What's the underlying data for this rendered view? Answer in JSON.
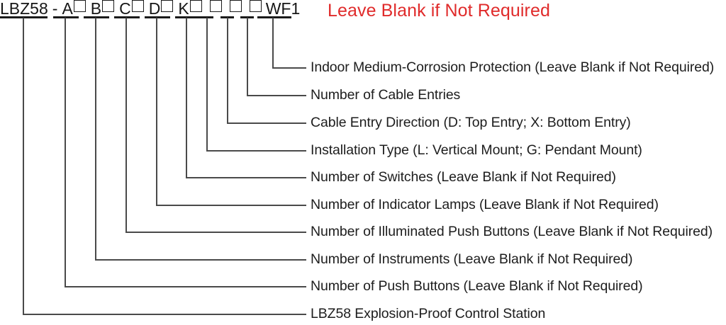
{
  "diagram": {
    "type": "model-designation-breakdown",
    "title_note": "Leave Blank if Not Required",
    "note_color": "#e02b2b",
    "line_color": "#4a4a4a",
    "text_color": "#1d1d1d",
    "model_code": {
      "full_string": "LBZ58 - A□ B□ C□ D□ K□ □ □ □ WF1",
      "segments": [
        {
          "prefix": "LBZ58",
          "box": false,
          "name": "series-code"
        },
        {
          "prefix": "-",
          "box": false,
          "name": "separator-dash"
        },
        {
          "prefix": "A",
          "box": true,
          "name": "field-a-push-buttons"
        },
        {
          "prefix": "B",
          "box": true,
          "name": "field-b-instruments"
        },
        {
          "prefix": "C",
          "box": true,
          "name": "field-c-illuminated-push-buttons"
        },
        {
          "prefix": "D",
          "box": true,
          "name": "field-d-indicator-lamps"
        },
        {
          "prefix": "K",
          "box": true,
          "name": "field-k-switches"
        },
        {
          "prefix": "",
          "box": true,
          "name": "field-installation-type"
        },
        {
          "prefix": "",
          "box": true,
          "name": "field-cable-entry-direction"
        },
        {
          "prefix": "",
          "box": true,
          "name": "field-number-of-cable-entries"
        },
        {
          "prefix": "WF1",
          "box": false,
          "name": "field-corrosion-protection"
        }
      ]
    },
    "callouts": [
      {
        "id": "corrosion-protection",
        "text": "Indoor Medium-Corrosion Protection (Leave Blank if Not Required)"
      },
      {
        "id": "cable-entries",
        "text": "Number of Cable Entries"
      },
      {
        "id": "cable-entry-direction",
        "text": "Cable Entry Direction (D: Top Entry; X: Bottom Entry)"
      },
      {
        "id": "installation-type",
        "text": "Installation Type (L: Vertical Mount; G: Pendant Mount)"
      },
      {
        "id": "switches",
        "text": "Number of Switches (Leave Blank if Not Required)"
      },
      {
        "id": "indicator-lamps",
        "text": "Number of Indicator Lamps (Leave Blank if Not Required)"
      },
      {
        "id": "illuminated-push-buttons",
        "text": "Number of Illuminated Push Buttons (Leave Blank if Not Required)"
      },
      {
        "id": "instruments",
        "text": "Number of Instruments (Leave Blank if Not Required)"
      },
      {
        "id": "push-buttons",
        "text": "Number of Push Buttons (Leave Blank if Not Required)"
      },
      {
        "id": "series",
        "text": "LBZ58 Explosion-Proof Control Station"
      }
    ]
  }
}
